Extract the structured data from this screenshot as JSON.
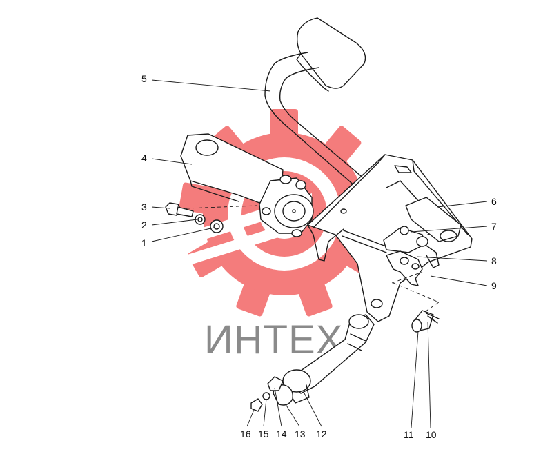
{
  "watermark": {
    "text": "ИНТЕХ",
    "gear_color": "#f04a4a",
    "text_color": "#8a8a8a"
  },
  "callouts": [
    {
      "id": "1",
      "label": "1"
    },
    {
      "id": "2",
      "label": "2"
    },
    {
      "id": "3",
      "label": "3"
    },
    {
      "id": "4",
      "label": "4"
    },
    {
      "id": "5",
      "label": "5"
    },
    {
      "id": "6",
      "label": "6"
    },
    {
      "id": "7",
      "label": "7"
    },
    {
      "id": "8",
      "label": "8"
    },
    {
      "id": "9",
      "label": "9"
    },
    {
      "id": "10",
      "label": "10"
    },
    {
      "id": "11",
      "label": "11"
    },
    {
      "id": "12",
      "label": "12"
    },
    {
      "id": "13",
      "label": "13"
    },
    {
      "id": "14",
      "label": "14"
    },
    {
      "id": "15",
      "label": "15"
    },
    {
      "id": "16",
      "label": "16"
    }
  ]
}
